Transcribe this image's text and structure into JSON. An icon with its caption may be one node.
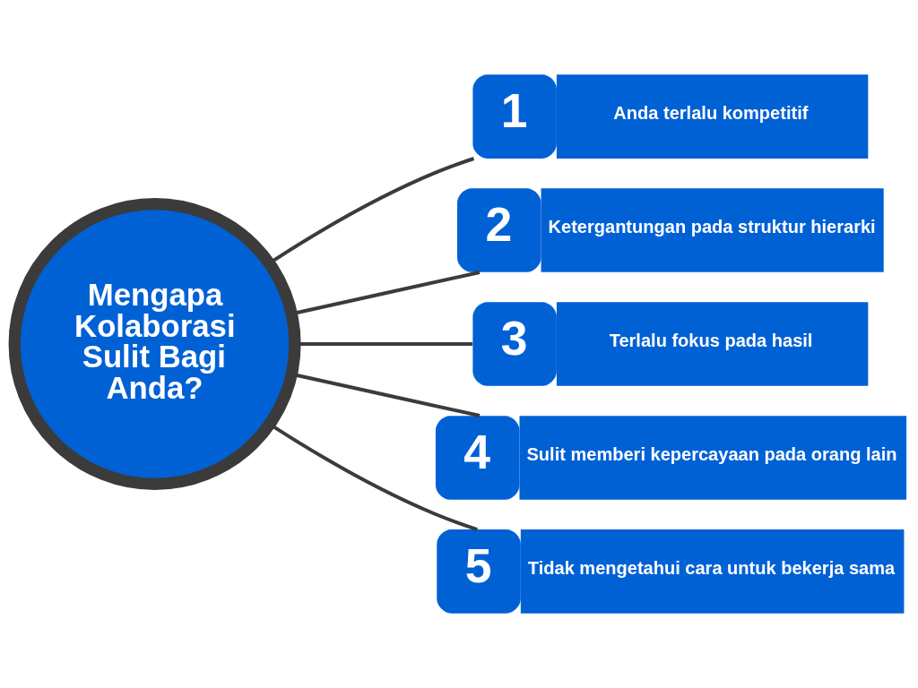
{
  "diagram": {
    "nodes": [
      {
        "text": [
          "Mengapa Kolaborasi Sulit Bagi Anda?"
        ]
      },
      {
        "text": [
          "1",
          "Anda terlalu kompetitif"
        ]
      },
      {
        "text": [
          "2",
          "Ketergantungan pada struktur hierarki"
        ]
      },
      {
        "text": [
          "3",
          "Terlalu fokus pada hasil"
        ]
      },
      {
        "text": [
          "4",
          "Sulit memberi kepercayaan pada orang lain"
        ]
      },
      {
        "text": [
          "5",
          "Tidak mengetahui cara untuk bekerja sama"
        ]
      }
    ],
    "edges": [
      {
        "from": 0,
        "to": 1,
        "arrow": "none"
      },
      {
        "from": 0,
        "to": 2,
        "arrow": "none"
      },
      {
        "from": 0,
        "to": 3,
        "arrow": "none"
      },
      {
        "from": 0,
        "to": 4,
        "arrow": "none"
      },
      {
        "from": 0,
        "to": 5,
        "arrow": "none"
      }
    ]
  }
}
